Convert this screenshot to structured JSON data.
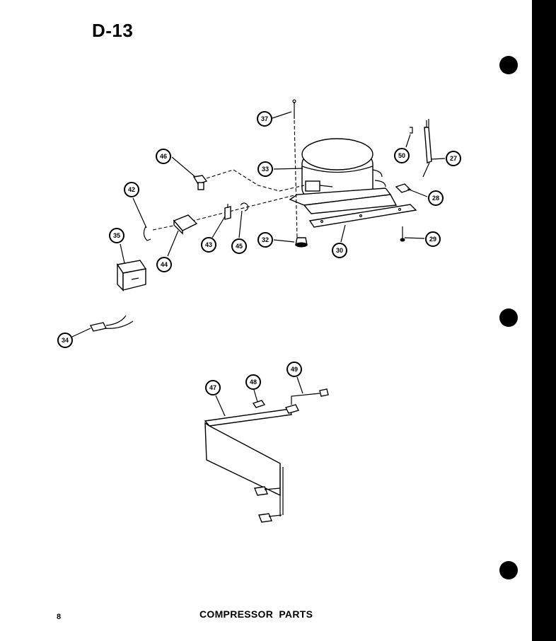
{
  "page_code": "D-13",
  "page_number": "8",
  "caption": "COMPRESSOR PARTS",
  "callouts": {
    "c27": "27",
    "c28": "28",
    "c29": "29",
    "c30": "30",
    "c32": "32",
    "c33": "33",
    "c34": "34",
    "c35": "35",
    "c37": "37",
    "c42": "42",
    "c43": "43",
    "c44": "44",
    "c45": "45",
    "c46": "46",
    "c47": "47",
    "c48": "48",
    "c49": "49",
    "c50": "50"
  }
}
